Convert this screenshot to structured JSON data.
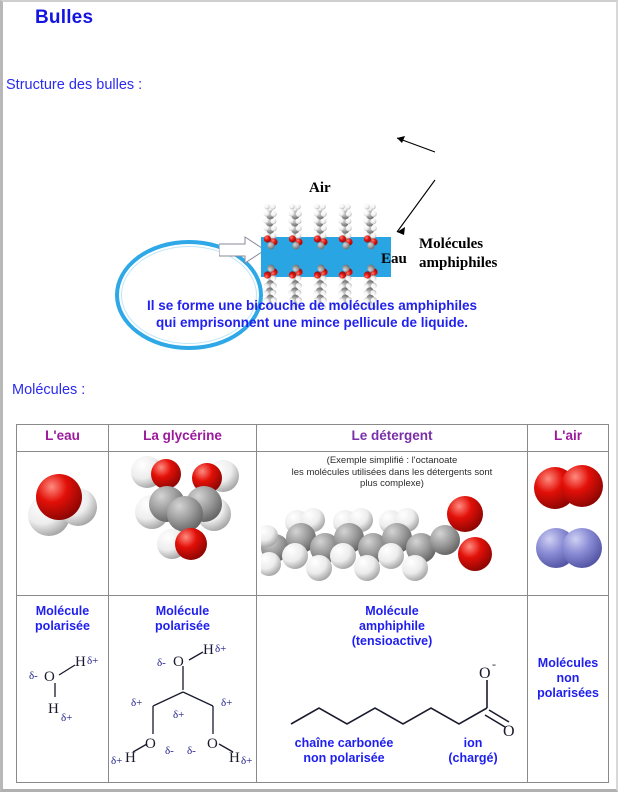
{
  "document": {
    "title": "Bulles",
    "section_structure": "Structure des bulles :",
    "section_molecules": "Molécules :"
  },
  "diagram": {
    "label_air": "Air",
    "label_eau": "Eau",
    "label_amphiphiles_line1": "Molécules",
    "label_amphiphiles_line2": "amphiphiles",
    "caption_line1": "Il se forme une bicouche de molécules amphiphiles",
    "caption_line2": "qui emprisonnent une mince pellicule de liquide.",
    "colors": {
      "water_band": "#29a5e3",
      "bubble_outline": "#2ea8e6",
      "oxygen": "#e00000",
      "carbon": "#9a9a9a",
      "hydrogen": "#ffffff"
    }
  },
  "table": {
    "headers": {
      "eau": "L'eau",
      "glycerine": "La glycérine",
      "detergent": "Le détergent",
      "air": "L'air"
    },
    "detergent_note": [
      "(Exemple  simplifié : l'octanoate",
      "les molécules utilisées dans les détergents sont",
      "plus complexe)"
    ],
    "descriptions": {
      "eau": [
        "Molécule",
        "polarisée"
      ],
      "glycerine": [
        "Molécule",
        "polarisée"
      ],
      "detergent": [
        "Molécule",
        "amphiphile",
        "(tensioactive)"
      ],
      "air": [
        "Molécules",
        "non",
        "polarisées"
      ]
    },
    "detergent_annotations": {
      "chain_line1": "chaîne carbonée",
      "chain_line2": "non polarisée",
      "ion_line1": "ion",
      "ion_line2": "(chargé)"
    },
    "chem_symbols": {
      "oxygen": "O",
      "hydrogen": "H",
      "delta_minus": "δ-",
      "delta_plus": "δ+",
      "oxygen_anion_charge": "-"
    },
    "header_color": "#9c1a9c",
    "label_color": "#1e1ef0"
  }
}
